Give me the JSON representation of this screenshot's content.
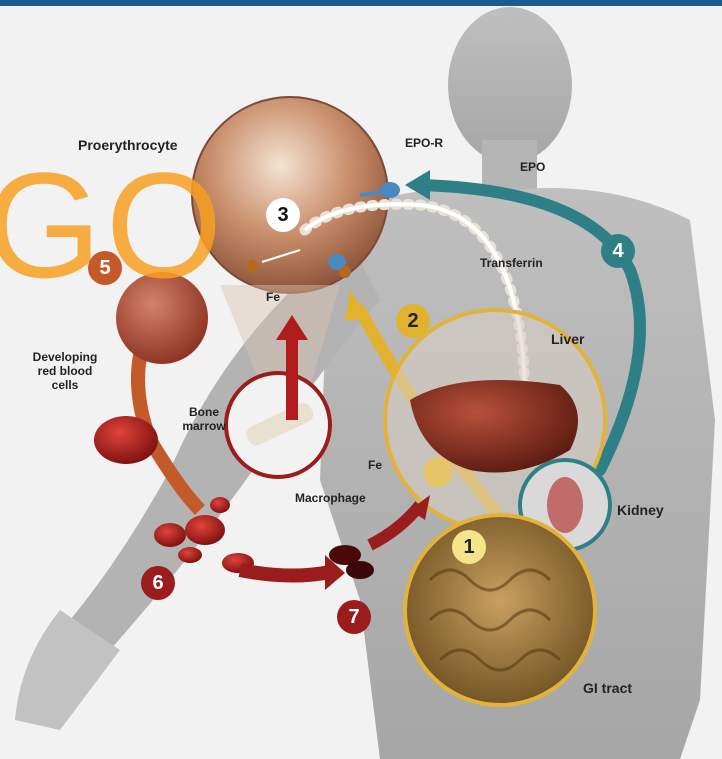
{
  "labels": {
    "proerythrocyte": "Proerythrocyte",
    "epo_r": "EPO-R",
    "epo": "EPO",
    "transferrin": "Transferrin",
    "fe_top": "Fe",
    "liver": "Liver",
    "developing_line1": "Developing",
    "developing_line2": "red blood",
    "developing_line3": "cells",
    "bone_line1": "Bone",
    "bone_line2": "marrow",
    "fe_liver": "Fe",
    "macrophage": "Macrophage",
    "kidney": "Kidney",
    "gi_tract": "GI tract"
  },
  "steps": [
    "1",
    "2",
    "3",
    "4",
    "5",
    "6",
    "7"
  ],
  "watermark": "GO",
  "colors": {
    "topbar": "#1f5a8c",
    "teal_arrow": "#2e7f86",
    "gold_arrow": "#e0b22e",
    "red_arrow": "#9b1c1c",
    "watermark": "#f7a021",
    "ring": "#e2b33a"
  },
  "icons": {
    "body": "human-silhouette-icon",
    "liver": "liver-icon",
    "kidney": "kidney-icon",
    "intestine": "intestine-icon",
    "bone": "bone-icon",
    "cell": "proerythrocyte-cell-icon",
    "macrophage": "macrophage-icon"
  }
}
